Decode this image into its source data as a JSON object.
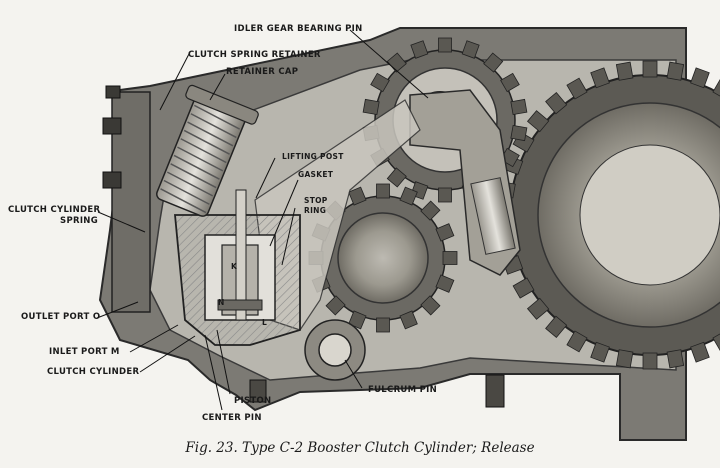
{
  "labels": {
    "idler_gear_bearing_pin": "IDLER GEAR BEARING PIN",
    "clutch_spring_retainer": "CLUTCH SPRING RETAINER",
    "retainer_cap": "RETAINER CAP",
    "lifting_post": "LIFTING POST",
    "gasket": "GASKET",
    "stop_ring_line1": "STOP",
    "stop_ring_line2": "RING",
    "clutch_cylinder_spring_line1": "CLUTCH CYLINDER",
    "clutch_cylinder_spring_line2": "SPRING",
    "outlet_port": "OUTLET PORT O",
    "inlet_port": "INLET PORT M",
    "clutch_cylinder": "CLUTCH CYLINDER",
    "piston": "PISTON",
    "center_pin": "CENTER PIN",
    "fulcrum_pin": "FULCRUM PIN",
    "letter_k": "K",
    "letter_n": "N",
    "letter_l": "L"
  },
  "caption": "Fig. 23. Type C-2 Booster Clutch Cylinder; Release"
}
